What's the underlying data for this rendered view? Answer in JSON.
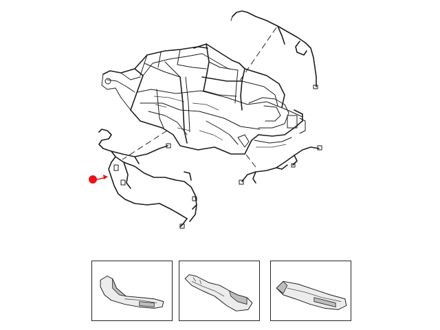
{
  "diagram": {
    "callout_color": "#e8141c",
    "line_color": "#1a1a1a",
    "components": [
      {
        "name": "body-frame-shell"
      },
      {
        "name": "roll-cage"
      },
      {
        "name": "roof-wiring-harness"
      },
      {
        "name": "body-wiring-harness"
      },
      {
        "name": "rear-wiring-harness"
      }
    ],
    "insets": [
      {
        "name": "sill-panel-variant-1"
      },
      {
        "name": "sill-panel-variant-2"
      },
      {
        "name": "sill-panel-variant-3"
      }
    ]
  }
}
